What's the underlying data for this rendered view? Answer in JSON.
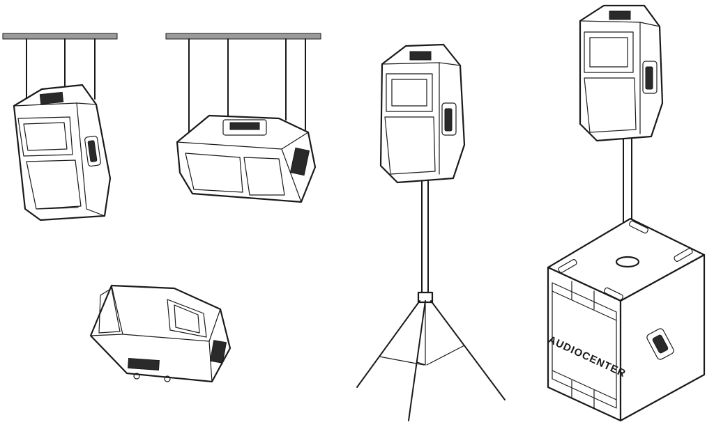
{
  "diagram": {
    "logo_text": "AUDIOCENTER",
    "colors": {
      "stroke": "#1a1a1a",
      "fill": "#ffffff",
      "ceiling": "#888888"
    },
    "views": [
      {
        "name": "suspended-vertical"
      },
      {
        "name": "suspended-horizontal"
      },
      {
        "name": "floor-monitor"
      },
      {
        "name": "tripod-stand-mount"
      },
      {
        "name": "subwoofer-pole-mount"
      }
    ]
  }
}
